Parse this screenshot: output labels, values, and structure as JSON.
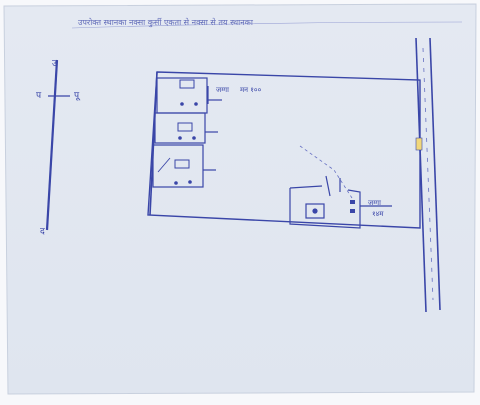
{
  "document": {
    "header_text": "उपरोक्त स्थानका नक्सा कुर्सी एकता से नक्सा से तय स्थानका",
    "compass": {
      "top": "उ",
      "bottom": "द",
      "left": "प",
      "right": "पू"
    },
    "labels": {
      "top_plot_label": "जग्गा",
      "top_plot_value": "मन १००",
      "right_plot_label": "जग्गा",
      "right_plot_value": "१४म"
    }
  },
  "colors": {
    "paper": "#e8edf5",
    "ink": "#3a46a8",
    "ink_light": "#6670c2",
    "background": "#f7f8fb"
  }
}
